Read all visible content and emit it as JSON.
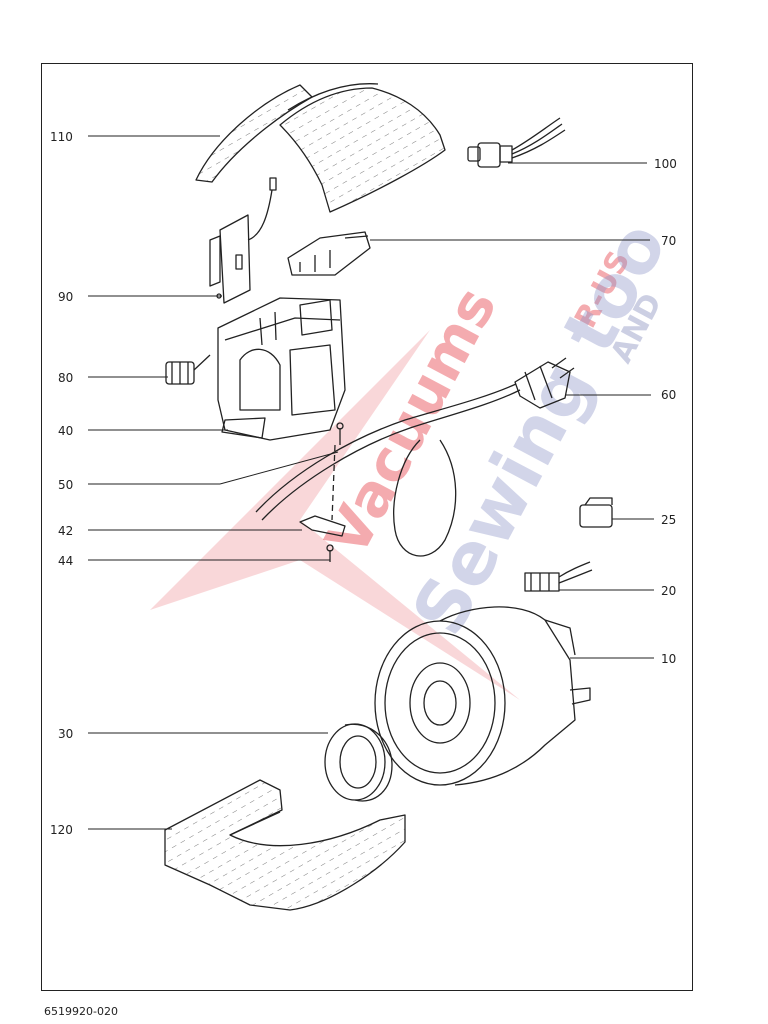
{
  "document_code": "6519920-020",
  "callouts": [
    {
      "id": "110",
      "label": "110"
    },
    {
      "id": "100",
      "label": "100"
    },
    {
      "id": "70",
      "label": "70"
    },
    {
      "id": "90",
      "label": "90"
    },
    {
      "id": "80",
      "label": "80"
    },
    {
      "id": "60",
      "label": "60"
    },
    {
      "id": "40",
      "label": "40"
    },
    {
      "id": "50",
      "label": "50"
    },
    {
      "id": "25",
      "label": "25"
    },
    {
      "id": "42",
      "label": "42"
    },
    {
      "id": "44",
      "label": "44"
    },
    {
      "id": "20",
      "label": "20"
    },
    {
      "id": "10",
      "label": "10"
    },
    {
      "id": "30",
      "label": "30"
    },
    {
      "id": "120",
      "label": "120"
    }
  ],
  "watermark": {
    "brand": "Vacuums",
    "line2": "R-US",
    "line3": "AND",
    "line4": "Sewing too",
    "colors": {
      "red": "#e8474f",
      "blue": "#8a93c8"
    }
  }
}
